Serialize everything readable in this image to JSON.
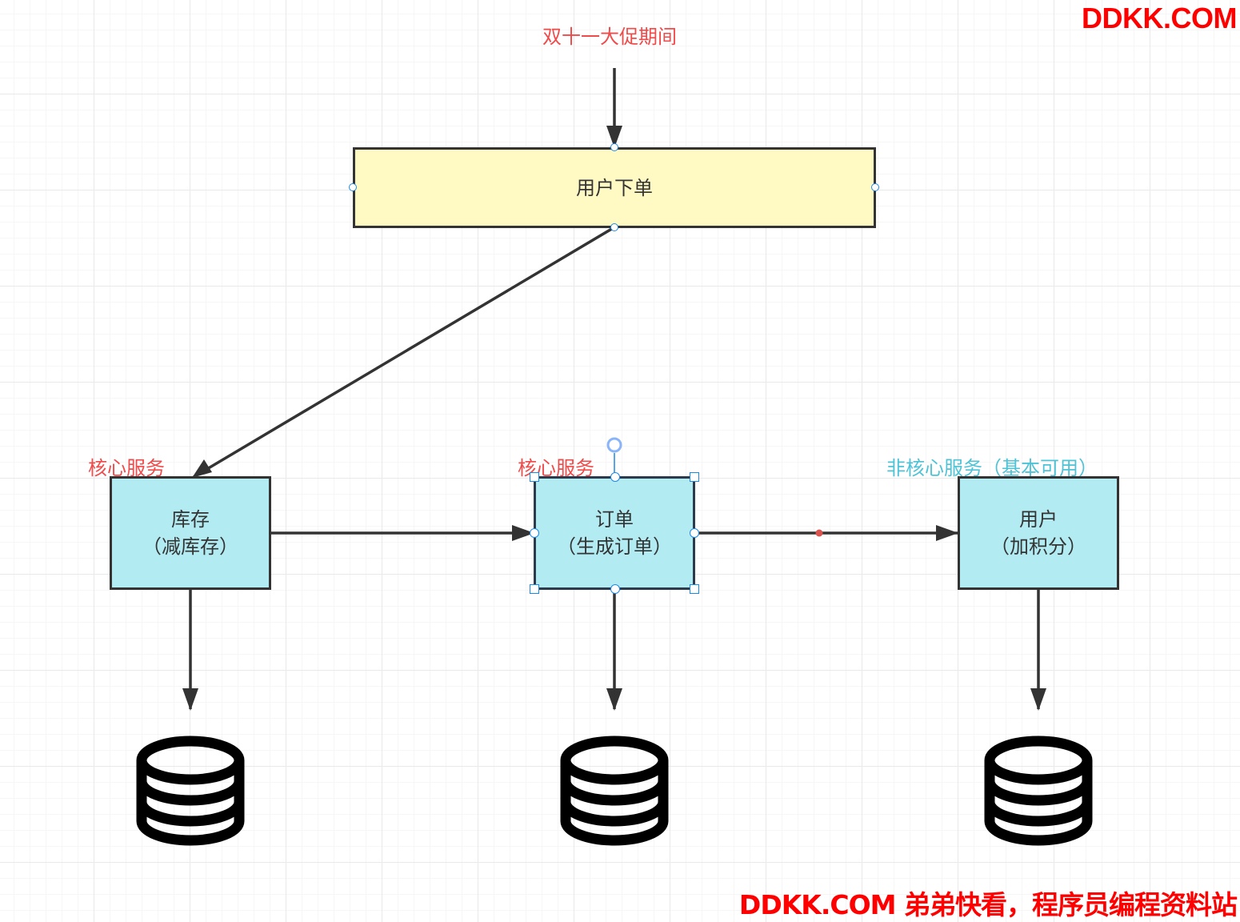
{
  "watermark_top": "DDKK.COM",
  "watermark_bottom": "DDKK.COM 弟弟快看，程序员编程资料站",
  "diagram": {
    "start_label": "双十一大促期间",
    "order_node": "用户下单",
    "services": [
      {
        "tag": "核心服务",
        "name": "库存",
        "detail": "（减库存）"
      },
      {
        "tag": "核心服务",
        "name": "订单",
        "detail": "（生成订单）"
      },
      {
        "tag": "非核心服务（基本可用）",
        "name": "用户",
        "detail": "（加积分）"
      }
    ]
  },
  "colors": {
    "core_tag": "#f04a4a",
    "noncore_tag": "#4fc3d6",
    "order_fill": "#fff9c4",
    "service_fill": "#b2ebf2",
    "selection": "#1e88e5",
    "watermark": "#ff0000"
  },
  "icons": [
    "database-icon",
    "database-icon",
    "database-icon"
  ]
}
